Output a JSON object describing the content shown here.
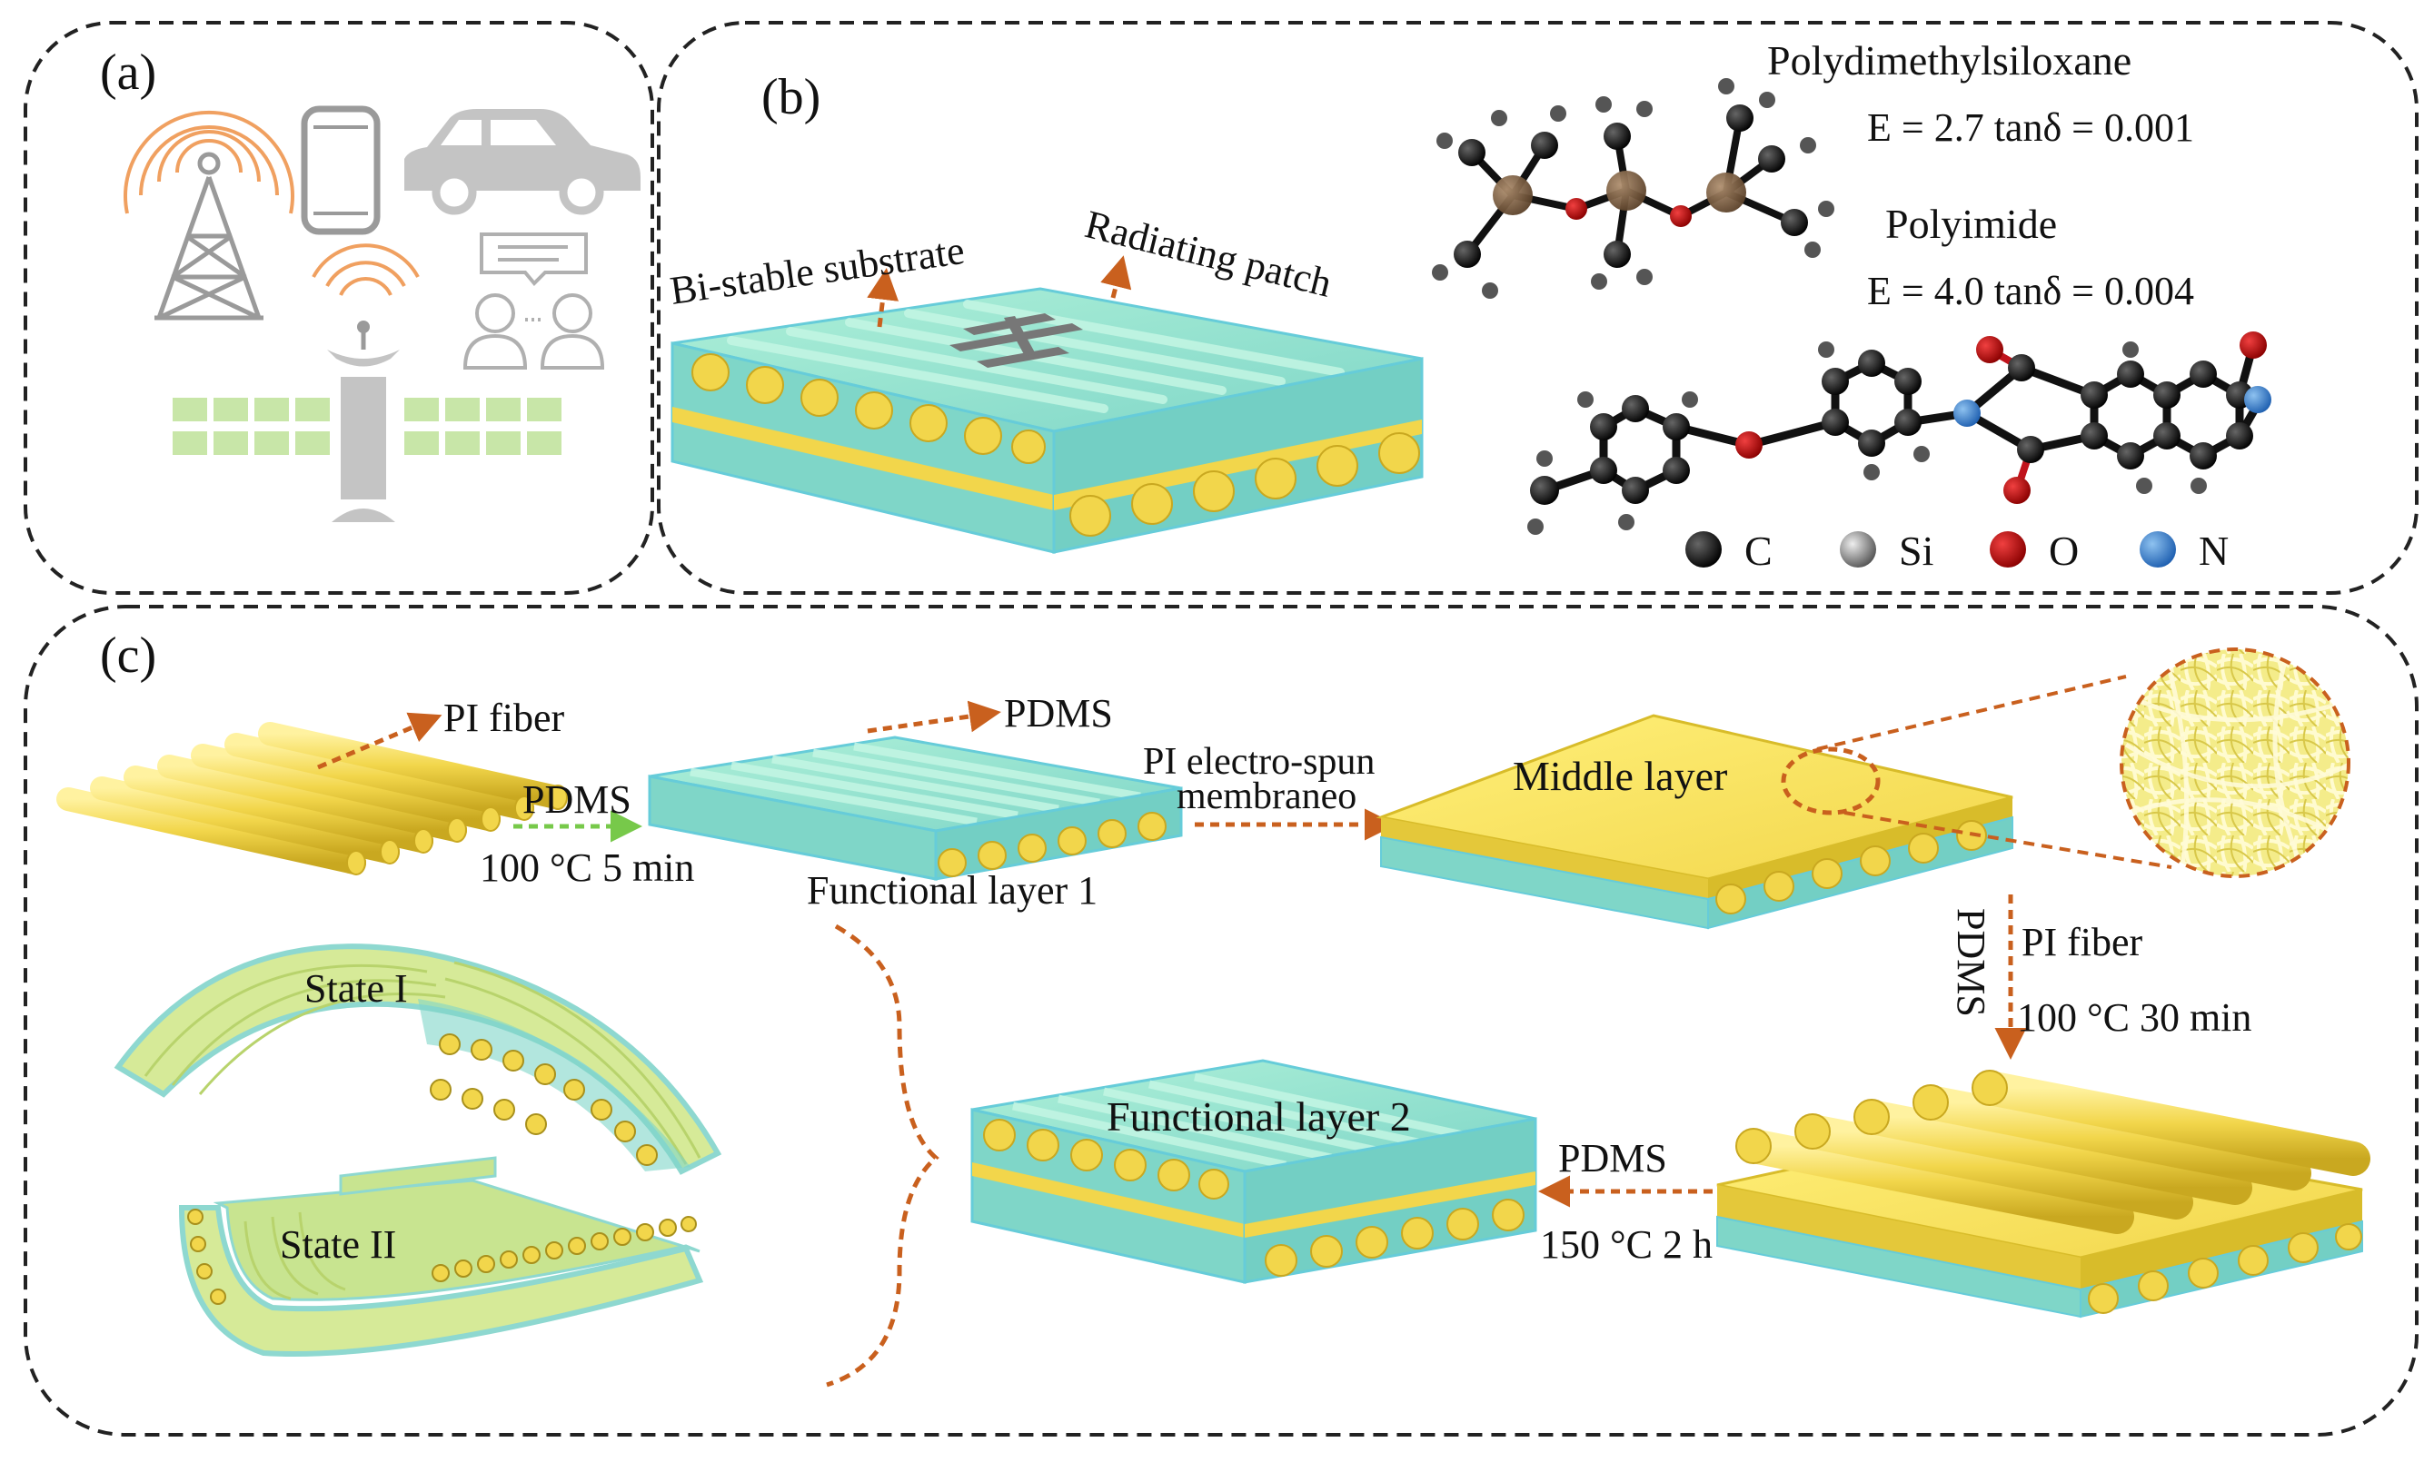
{
  "panels": {
    "a": {
      "label": "(a)"
    },
    "b": {
      "label": "(b)",
      "substrate_label": "Bi-stable substrate",
      "patch_label": "Radiating patch",
      "materials": [
        {
          "name": "Polydimethylsiloxane",
          "props": "E = 2.7 tanδ = 0.001"
        },
        {
          "name": "Polyimide",
          "props": "E = 4.0 tanδ = 0.004"
        }
      ],
      "atom_legend": [
        {
          "symbol": "C",
          "color": "#111111"
        },
        {
          "symbol": "Si",
          "color": "#8a8a8a"
        },
        {
          "symbol": "O",
          "color": "#c0121b"
        },
        {
          "symbol": "N",
          "color": "#3a7fd0"
        }
      ]
    },
    "c": {
      "label": "(c)",
      "pi_fiber_1": "PI fiber",
      "pdms_1": "PDMS",
      "step1_condition": "100 °C 5 min",
      "pdms_2": "PDMS",
      "functional_layer_1": "Functional layer 1",
      "electrospun_line1": "PI electro-spun",
      "electrospun_line2": "membraneo",
      "middle_layer": "Middle layer",
      "pdms_vertical": "PDMS",
      "pi_fiber_2": "PI fiber",
      "step3_condition": "100 °C 30 min",
      "functional_layer_2": "Functional layer 2",
      "pdms_3": "PDMS",
      "step4_condition": "150 °C 2 h",
      "state_1": "State I",
      "state_2": "State II"
    }
  },
  "colors": {
    "fiber": "#f2d64b",
    "pdms": "#7fd6c8",
    "cyan_edge": "#66ccd9",
    "arrow": "#c9601e",
    "arrow_green": "#77c94a",
    "icon_gray": "#9a9a9a",
    "icon_orange": "#f0a060",
    "icon_green": "#c8e6a8"
  }
}
